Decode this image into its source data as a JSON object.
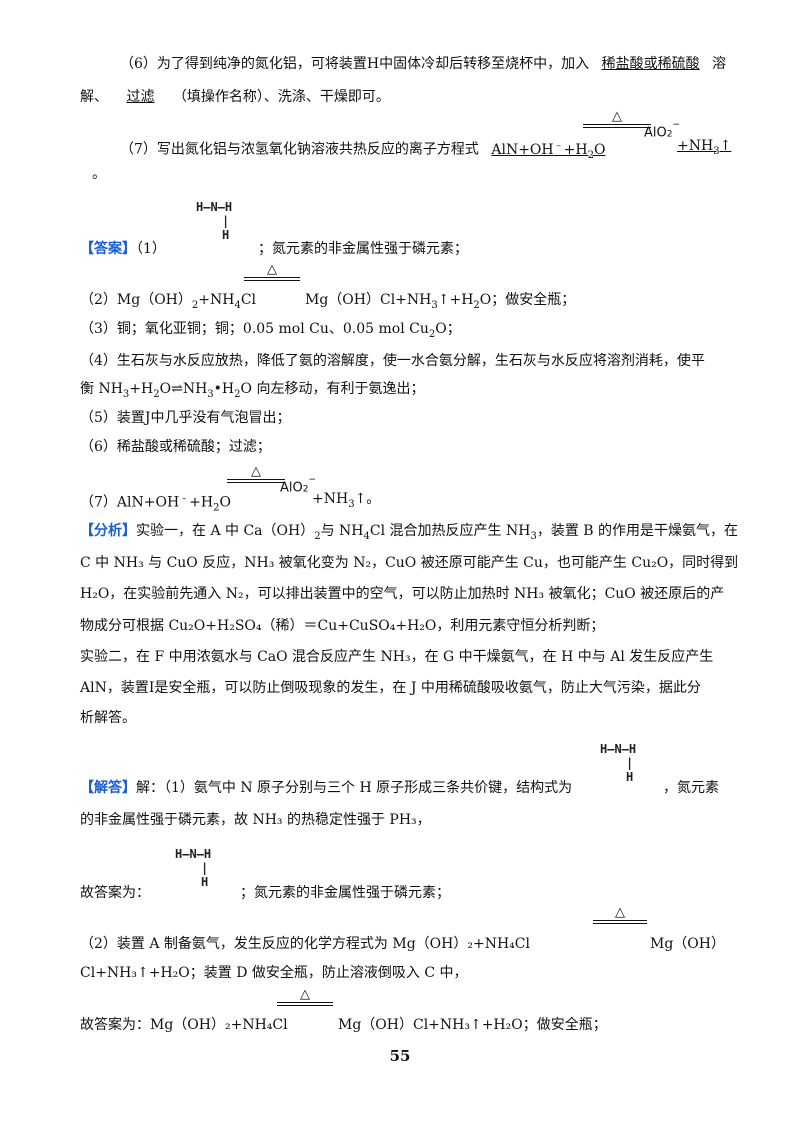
{
  "q6": {
    "prefix": "（6）为了得到纯净的氮化铝，可将装置H中固体冷却后转移至烧杯中，加入",
    "blank1": "稀盐酸或稀硫酸",
    "suffix1": "溶",
    "line2a": "解、",
    "blank2": "过滤",
    "suffix2": "（填操作名称）、洗涤、干燥即可。"
  },
  "q7": {
    "prefix": "（7）写出氮化铝与浓氢氧化钠溶液共热反应的离子方程式",
    "reactants": "AlN+OH",
    "reactants2": "+H",
    "reactants3": "O",
    "product_ion": "AlO",
    "products_tail": "+NH",
    "arrow": "↑",
    "end": "。"
  },
  "heat_symbol": "△",
  "structure": {
    "top": "H—N—H",
    "bottom": "H"
  },
  "answer": {
    "tag": "【答案】",
    "a1_num": "（1）",
    "a1_text": "；氮元素的非金属性强于磷元素；",
    "a2_left": "（2）Mg（OH）",
    "a2_left2": "+NH",
    "a2_left3": "Cl",
    "a2_right": "Mg（OH）Cl+NH",
    "a2_right2": "↑+H",
    "a2_right3": "O；做安全瓶；",
    "a3": "（3）铜；氧化亚铜；铜；0.05 mol Cu、0.05 mol Cu",
    "a3_tail": "O；",
    "a4_line1": "（4）生石灰与水反应放热，降低了氨的溶解度，使一水合氨分解，生石灰与水反应将溶剂消耗，使平",
    "a4_line2a": "衡 NH",
    "a4_line2b": "+H",
    "a4_line2c": "O⇌NH",
    "a4_line2d": "•H",
    "a4_line2e": "O 向左移动，有利于氨逸出；",
    "a5": "（5）装置J中几乎没有气泡冒出；",
    "a6": "（6）稀盐酸或稀硫酸；过滤；",
    "a7_left": "（7）AlN+OH",
    "a7_left2": "+H",
    "a7_left3": "O",
    "a7_right": "+NH",
    "a7_right2": "↑。"
  },
  "analysis": {
    "tag": "【分析】",
    "l1a": "实验一，在 A 中 Ca（OH）",
    "l1b": "与 NH",
    "l1c": "Cl 混合加热反应产生 NH",
    "l1d": "，装置 B 的作用是干燥氨气，在",
    "l2": "C 中 NH₃ 与 CuO 反应，NH₃ 被氧化变为 N₂，CuO 被还原可能产生 Cu，也可能产生 Cu₂O，同时得到",
    "l3": "H₂O，在实验前先通入 N₂，可以排出装置中的空气，可以防止加热时 NH₃ 被氧化；CuO 被还原后的产",
    "l4": "物成分可根据 Cu₂O+H₂SO₄（稀）＝Cu+CuSO₄+H₂O，利用元素守恒分析判断；",
    "l5": "实验二，在 F 中用浓氨水与 CaO 混合反应产生 NH₃，在 G 中干燥氨气，在 H 中与 Al 发生反应产生",
    "l6": "AlN，装置Ⅰ是安全瓶，可以防止倒吸现象的发生，在 J 中用稀硫酸吸收氨气，防止大气污染，据此分",
    "l7": "析解答。"
  },
  "solution": {
    "tag": "【解答】",
    "l1": "解：（1）氨气中 N 原子分别与三个 H 原子形成三条共价键，结构式为",
    "l1_tail": "，氮元素",
    "l2": "的非金属性强于磷元素，故 NH₃ 的热稳定性强于 PH₃，",
    "l3a": "故答案为：",
    "l3b": "；氮元素的非金属性强于磷元素；",
    "l4a": "（2）装置 A 制备氨气，发生反应的化学方程式为 Mg（OH）₂+NH₄Cl",
    "l4b": "Mg（OH）",
    "l5": "Cl+NH₃↑+H₂O；装置 D 做安全瓶，防止溶液倒吸入 C 中，",
    "l6a": "故答案为：Mg（OH）₂+NH₄Cl",
    "l6b": "Mg（OH）Cl+NH₃↑+H₂O；做安全瓶；"
  },
  "page_number": "55",
  "colors": {
    "tag": "#1a5fd0",
    "text": "#111111"
  }
}
